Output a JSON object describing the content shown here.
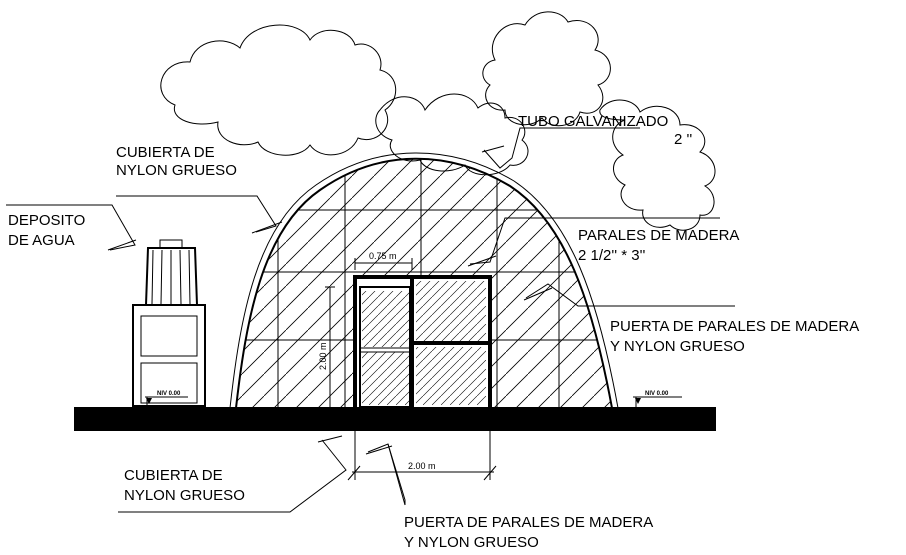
{
  "labels": {
    "tubo_galvanizado": "TUBO GALVANIZADO",
    "tubo_size": "2 ''",
    "cubierta_top_1": "CUBIERTA DE",
    "cubierta_top_2": "NYLON GRUESO",
    "deposito_1": "DEPOSITO",
    "deposito_2": "DE AGUA",
    "parales_1": "PARALES DE MADERA",
    "parales_2": "2 1/2'' * 3''",
    "puerta_right_1": "PUERTA DE PARALES DE MADERA",
    "puerta_right_2": "Y NYLON GRUESO",
    "cubierta_bottom_1": "CUBIERTA DE",
    "cubierta_bottom_2": "NYLON GRUESO",
    "puerta_bottom_1": "PUERTA DE PARALES DE MADERA",
    "puerta_bottom_2": "Y NYLON GRUESO"
  },
  "dimensions": {
    "door_width": "0.75 m",
    "door_height": "2.00 m",
    "frame_width": "2.00 m"
  },
  "levels": {
    "left": "NIV 0.00",
    "right": "NIV 0.00"
  }
}
